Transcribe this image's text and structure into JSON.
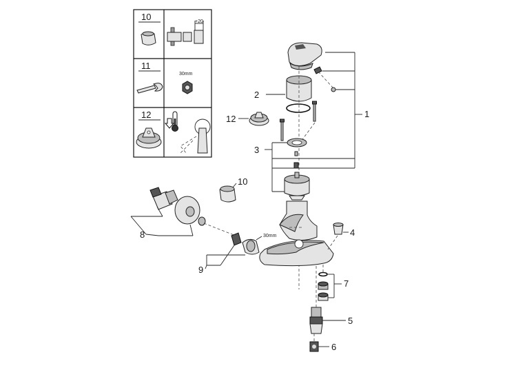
{
  "legend": {
    "rows": [
      {
        "number": "10",
        "note": "+20"
      },
      {
        "number": "11",
        "note": "30mm"
      },
      {
        "number": "12",
        "note": ""
      }
    ]
  },
  "callouts": {
    "c1": "1",
    "c2": "2",
    "c3": "3",
    "c4": "4",
    "c5": "5",
    "c6": "6",
    "c7": "7",
    "c8": "8",
    "c9": "9",
    "c10": "10",
    "c12": "12",
    "nut_size": "30mm"
  }
}
